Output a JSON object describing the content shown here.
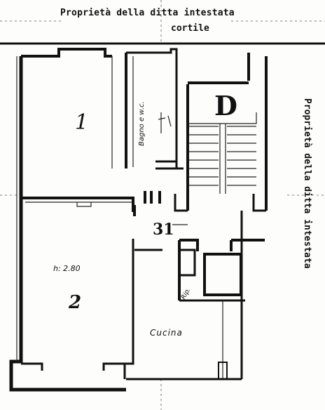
{
  "labels": {
    "top_title": "Proprietà della ditta intestata",
    "top_sub": "cortile",
    "side_title": "Proprietà della ditta intestata",
    "stair_letter": "D",
    "bathroom": "Bagno e w.c.",
    "room_1": "1",
    "room_2": "2",
    "room_height": "h: 2.80",
    "unit_number": "31",
    "kitchen": "Cucina",
    "closet": "Rip."
  },
  "colors": {
    "ink": "#111111",
    "paper": "#fdfdfb"
  }
}
